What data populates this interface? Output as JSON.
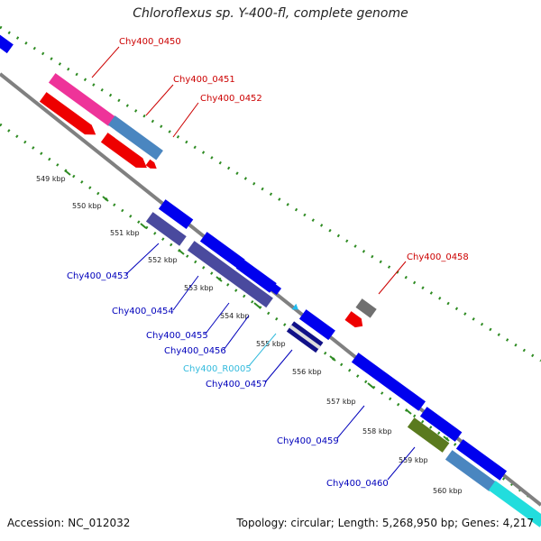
{
  "title": "Chloroflexus sp. Y-400-fl, complete genome",
  "accession": "Accession: NC_012032",
  "summary": "Topology: circular; Length: 5,268,950 bp; Genes: 4,217",
  "colors": {
    "backbone": "#808080",
    "dotted_track": "#2e8b22",
    "forward_label": "#cc0000",
    "reverse_label": "#0000bb",
    "rna_label": "#33bbdd"
  },
  "ticks": [
    "549 kbp",
    "550 kbp",
    "551 kbp",
    "552 kbp",
    "553 kbp",
    "554 kbp",
    "555 kbp",
    "556 kbp",
    "557 kbp",
    "558 kbp",
    "559 kbp",
    "560 kbp"
  ],
  "gene_labels": [
    {
      "id": "g0450",
      "text": "Chy400_0450",
      "strand": "forward"
    },
    {
      "id": "g0451",
      "text": "Chy400_0451",
      "strand": "forward"
    },
    {
      "id": "g0452",
      "text": "Chy400_0452",
      "strand": "forward"
    },
    {
      "id": "g0458",
      "text": "Chy400_0458",
      "strand": "forward"
    },
    {
      "id": "g0453",
      "text": "Chy400_0453",
      "strand": "reverse"
    },
    {
      "id": "g0454",
      "text": "Chy400_0454",
      "strand": "reverse"
    },
    {
      "id": "g0455",
      "text": "Chy400_0455",
      "strand": "reverse"
    },
    {
      "id": "g0456",
      "text": "Chy400_0456",
      "strand": "reverse"
    },
    {
      "id": "gR0005",
      "text": "Chy400_R0005",
      "strand": "rna"
    },
    {
      "id": "g0457",
      "text": "Chy400_0457",
      "strand": "reverse"
    },
    {
      "id": "g0459",
      "text": "Chy400_0459",
      "strand": "reverse"
    },
    {
      "id": "g0460",
      "text": "Chy400_0460",
      "strand": "reverse"
    }
  ]
}
